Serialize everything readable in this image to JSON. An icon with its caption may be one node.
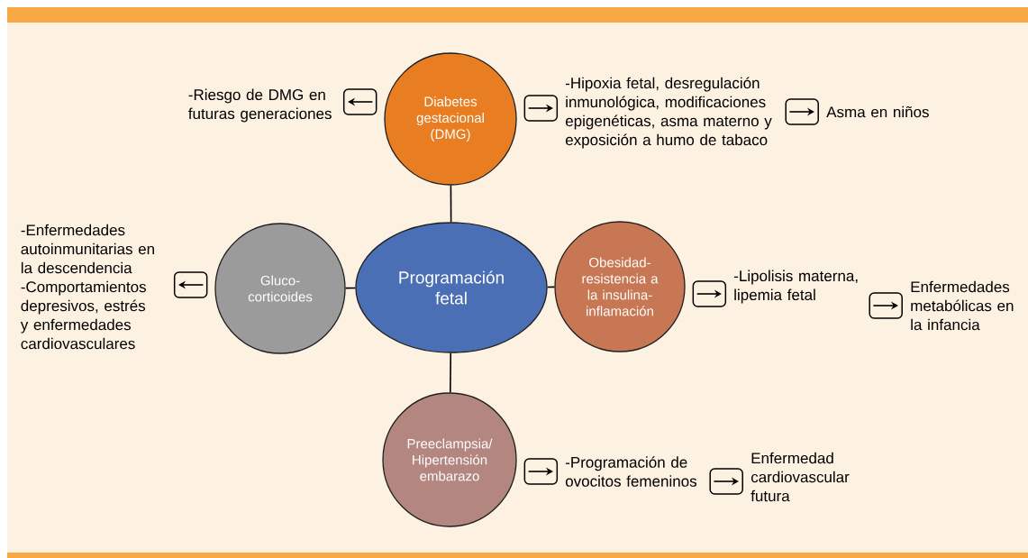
{
  "diagram": {
    "nodes": [
      {
        "text": [
          "-Riesgo de DMG en futuras generaciones"
        ]
      },
      {
        "text": [
          "Diabetes gestacional (DMG)"
        ]
      },
      {
        "text": [
          "-Hipoxia fetal, desregulación inmunológica, modificaciones epigenéticas, asma materno y exposición a humo de tabaco"
        ]
      },
      {
        "text": [
          "Asma en niños"
        ]
      },
      {
        "text": [
          "-Enfermedades autoinmunitarias en la descendencia",
          "-Comportamientos depresivos, estrés y enfermedades cardiovasculares"
        ]
      },
      {
        "text": [
          "Gluco- corticoides"
        ]
      },
      {
        "text": [
          "Programación fetal"
        ]
      },
      {
        "text": [
          "Obesidad- resistencia a la insulina- inflamación"
        ]
      },
      {
        "text": [
          "-Lipolisis materna, lipemia fetal"
        ]
      },
      {
        "text": [
          "Enfermedades metabólicas en la infancia"
        ]
      },
      {
        "text": [
          "Preeclampsia/ Hipertensión embarazo"
        ]
      },
      {
        "text": [
          "-Programación de ovocitos femeninos"
        ]
      },
      {
        "text": [
          "Enfermedad cardiovascular futura"
        ]
      }
    ],
    "edges": [
      {
        "from": 6,
        "to": 1,
        "arrow": "none"
      },
      {
        "from": 6,
        "to": 5,
        "arrow": "none"
      },
      {
        "from": 6,
        "to": 7,
        "arrow": "none"
      },
      {
        "from": 6,
        "to": 10,
        "arrow": "none"
      },
      {
        "from": 1,
        "to": 0,
        "arrow": "to"
      },
      {
        "from": 1,
        "to": 2,
        "arrow": "to"
      },
      {
        "from": 2,
        "to": 3,
        "arrow": "to"
      },
      {
        "from": 5,
        "to": 4,
        "arrow": "to"
      },
      {
        "from": 7,
        "to": 8,
        "arrow": "to"
      },
      {
        "from": 8,
        "to": 9,
        "arrow": "to"
      },
      {
        "from": 10,
        "to": 11,
        "arrow": "to"
      },
      {
        "from": 11,
        "to": 12,
        "arrow": "to"
      }
    ]
  }
}
